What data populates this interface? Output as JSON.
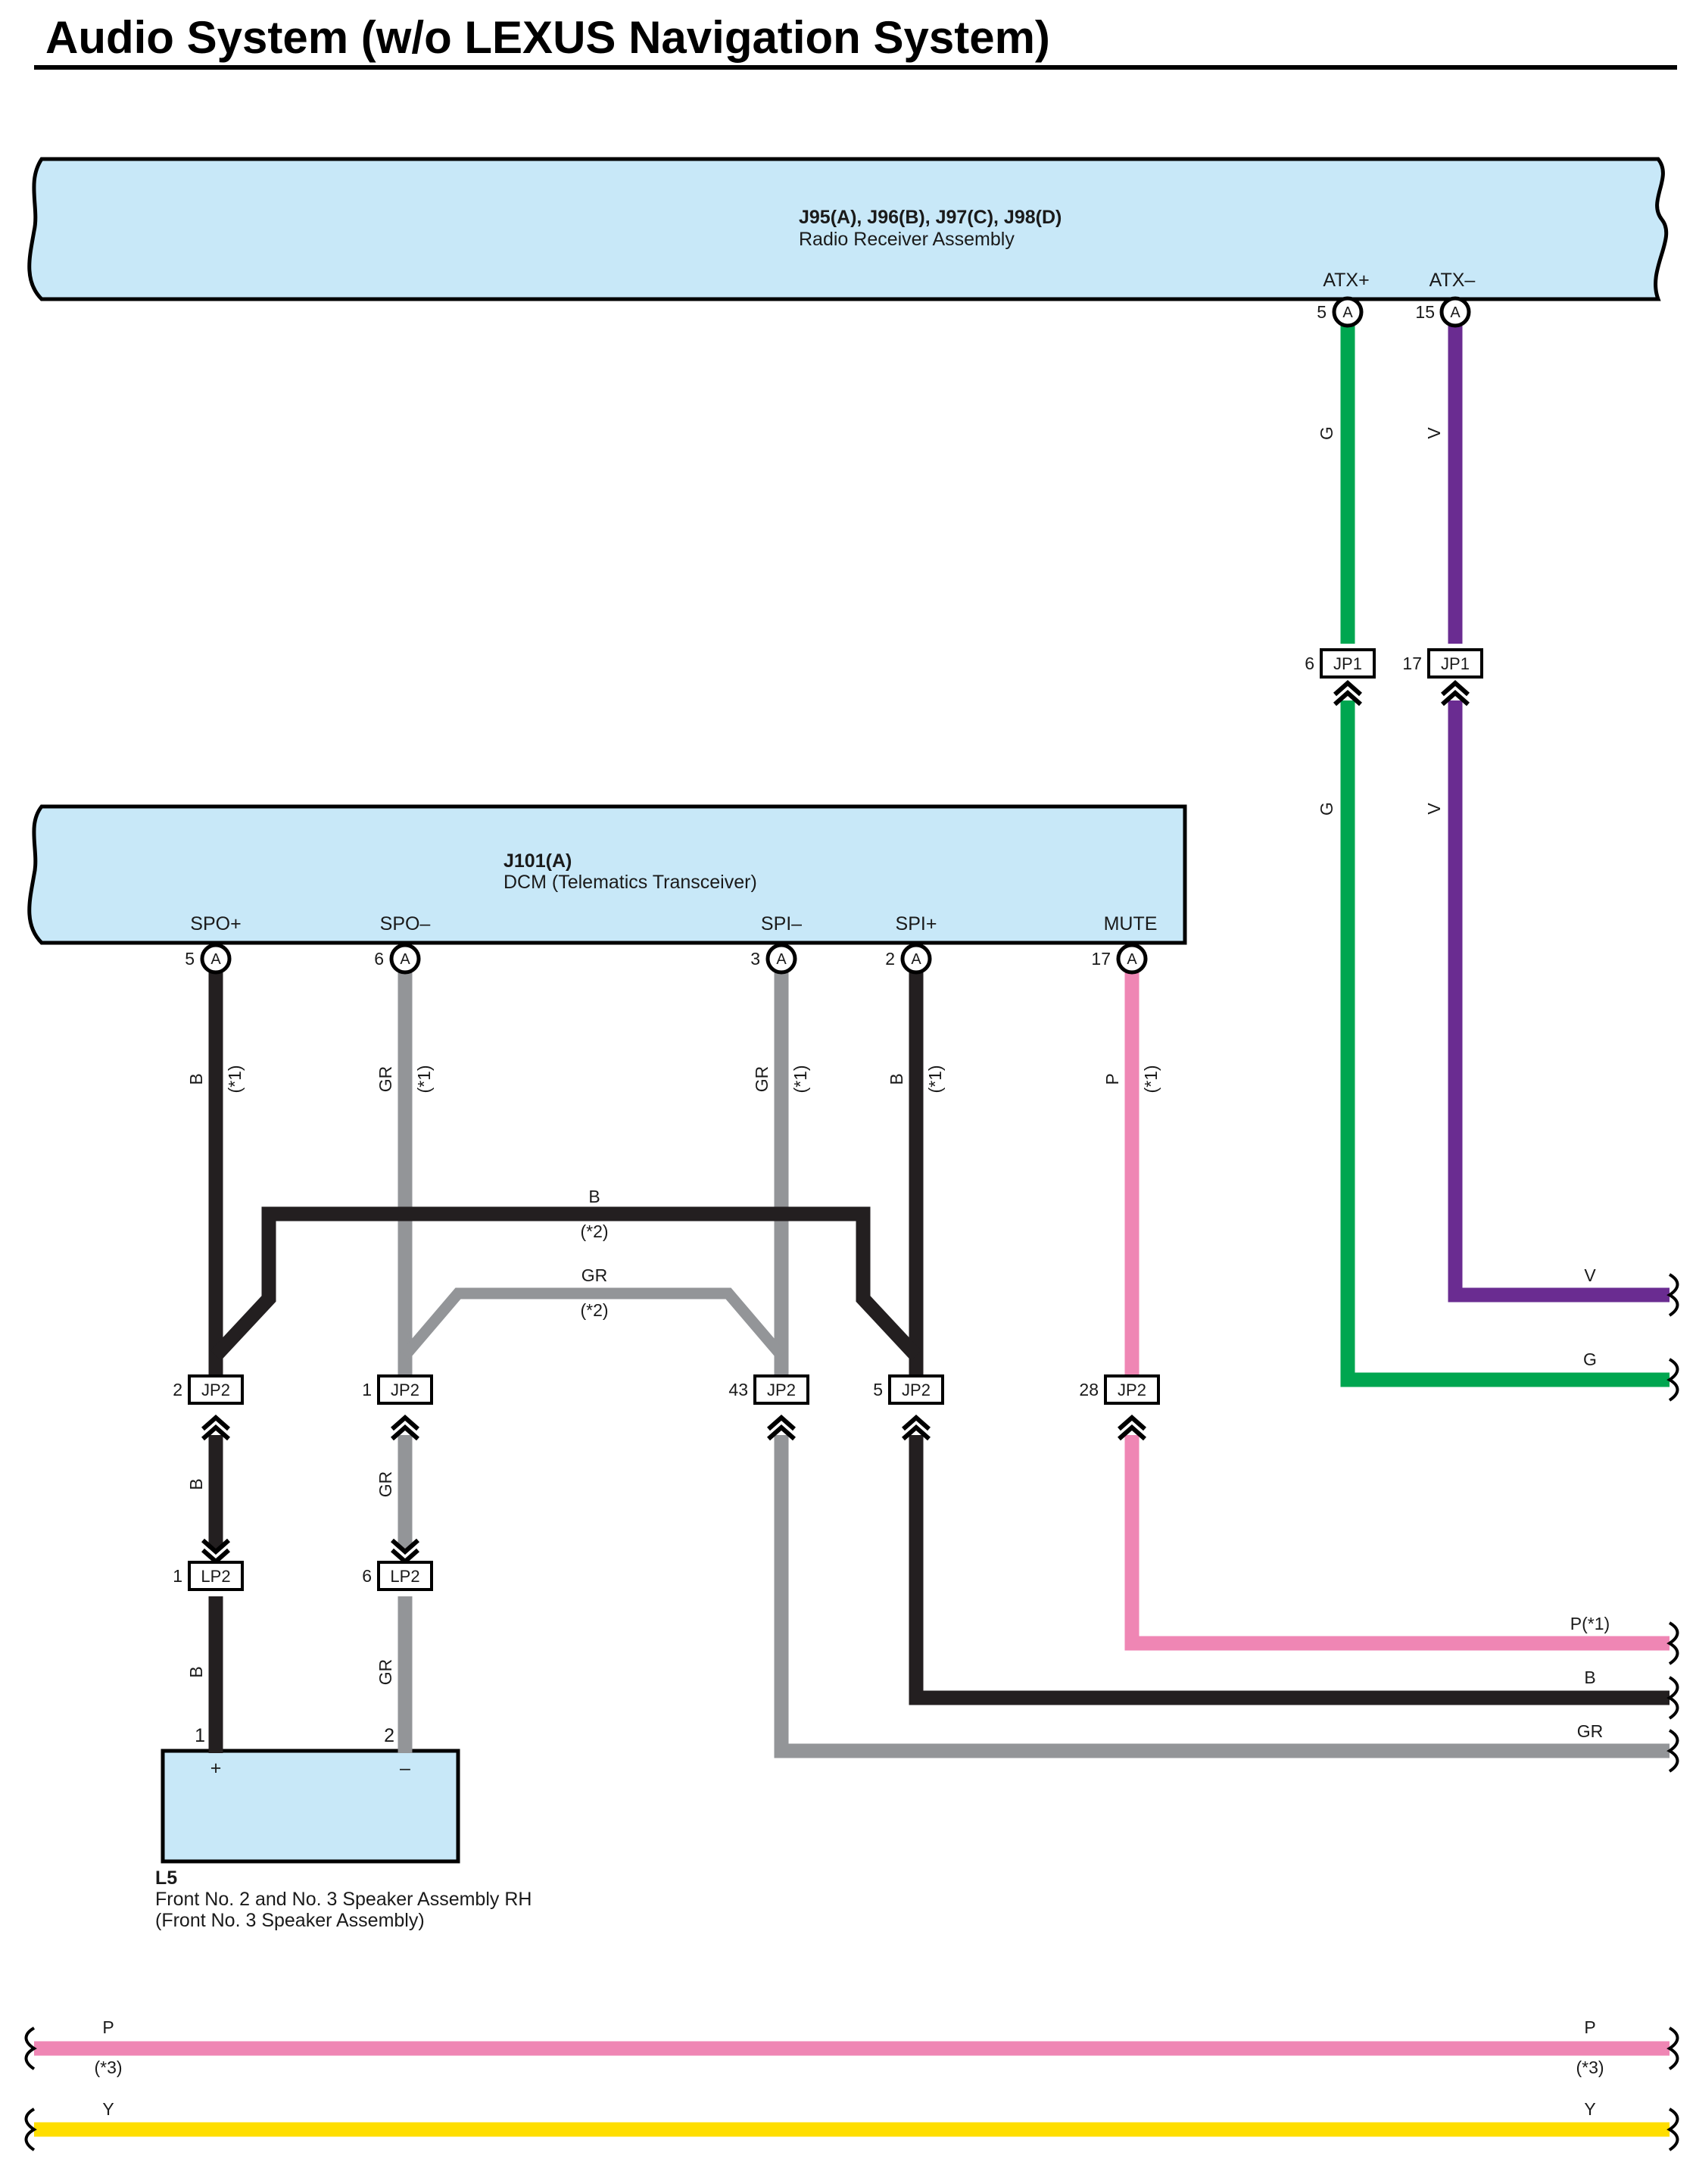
{
  "title": "Audio System (w/o LEXUS Navigation System)",
  "colors": {
    "G": "#00a650",
    "V": "#6a2c91",
    "B": "#231f20",
    "GR": "#939598",
    "P": "#ef86b4",
    "Y": "#ffde00",
    "component_fill": "#c8e8f8"
  },
  "icons": [
    "terminal-circle-icon",
    "connector-box-icon",
    "chevron-up-icon",
    "chevron-down-icon",
    "wire-break-icon"
  ],
  "radio": {
    "codes": "J95(A), J96(B), J97(C), J98(D)",
    "name": "Radio Receiver Assembly",
    "terminals": [
      {
        "name": "ATX+",
        "pin": "5",
        "conn": "A"
      },
      {
        "name": "ATX–",
        "pin": "15",
        "conn": "A"
      }
    ]
  },
  "dcm": {
    "code": "J101(A)",
    "name": "DCM (Telematics Transceiver)",
    "terminals": [
      {
        "name": "SPO+",
        "pin": "5",
        "conn": "A"
      },
      {
        "name": "SPO–",
        "pin": "6",
        "conn": "A"
      },
      {
        "name": "SPI–",
        "pin": "3",
        "conn": "A"
      },
      {
        "name": "SPI+",
        "pin": "2",
        "conn": "A"
      },
      {
        "name": "MUTE",
        "pin": "17",
        "conn": "A"
      }
    ]
  },
  "speaker": {
    "code": "L5",
    "name": "Front No.  2 and No.  3 Speaker Assembly RH",
    "alt": "(Front No.  3 Speaker Assembly)",
    "pins": [
      "1",
      "2"
    ],
    "polarity": [
      "+",
      "–"
    ]
  },
  "jp1": [
    {
      "pin": "6",
      "label": "JP1"
    },
    {
      "pin": "17",
      "label": "JP1"
    }
  ],
  "jp2": [
    {
      "pin": "2",
      "label": "JP2"
    },
    {
      "pin": "1",
      "label": "JP2"
    },
    {
      "pin": "43",
      "label": "JP2"
    },
    {
      "pin": "5",
      "label": "JP2"
    },
    {
      "pin": "28",
      "label": "JP2"
    }
  ],
  "lp2": [
    {
      "pin": "1",
      "label": "LP2"
    },
    {
      "pin": "6",
      "label": "LP2"
    }
  ],
  "wire_labels": {
    "G": "G",
    "V": "V",
    "B": "B",
    "GR": "GR",
    "P": "P",
    "Y": "Y",
    "note1": "(*1)",
    "note2": "(*2)",
    "note3": "(*3)",
    "p_note1": "P(*1)"
  }
}
